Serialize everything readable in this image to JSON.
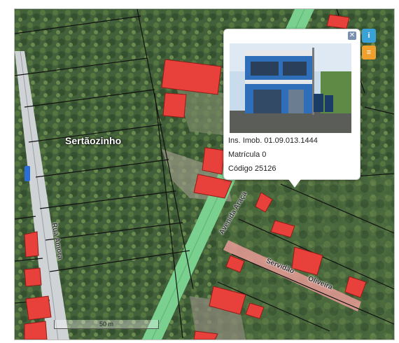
{
  "map": {
    "area_label": "Sertãozinho",
    "streets": {
      "rua_amora": "Rua Amora",
      "avenida_araca": "Avenida Araçá",
      "servidao": "Servidão",
      "oliveira": "Oliveira"
    },
    "scale_label": "50 m"
  },
  "popup": {
    "close_glyph": "✕",
    "inscricao": "Ins. Imob. 01.09.013.1444",
    "matricula": "Matrícula 0",
    "codigo": "Código 25126"
  },
  "controls": {
    "info_glyph": "i",
    "list_glyph": "≡"
  },
  "colors": {
    "parcel_fill": "#e8403a",
    "avenue": "#79d08f",
    "servidao": "#e89b97",
    "road": "#cfd3d6"
  }
}
